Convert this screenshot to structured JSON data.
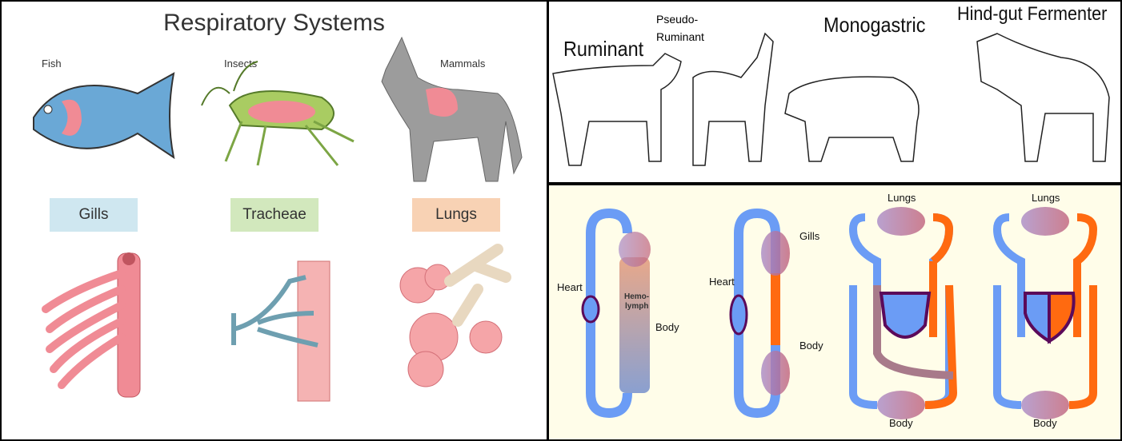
{
  "respiratory": {
    "title": "Respiratory Systems",
    "animals": [
      "Fish",
      "Insects",
      "Mammals"
    ],
    "organs": [
      {
        "label": "Gills",
        "color": "#cfe7f0"
      },
      {
        "label": "Tracheae",
        "color": "#d2e8bd"
      },
      {
        "label": "Lungs",
        "color": "#f8d2b4"
      }
    ]
  },
  "digestive": {
    "labels": [
      "Ruminant",
      "Pseudo-",
      "Ruminant",
      "Monogastric",
      "Hind-gut Fermenter"
    ]
  },
  "circulatory": {
    "labels": {
      "heart": "Heart",
      "hemolymph_1": "Hemo-",
      "hemolymph_2": "lymph",
      "body": "Body",
      "gills": "Gills",
      "lungs": "Lungs"
    },
    "colors": {
      "deoxygenated": "#6b9cf5",
      "oxygenated": "#ff6a10",
      "heart_wall": "#5b0a5a",
      "background": "#fffde9"
    }
  }
}
